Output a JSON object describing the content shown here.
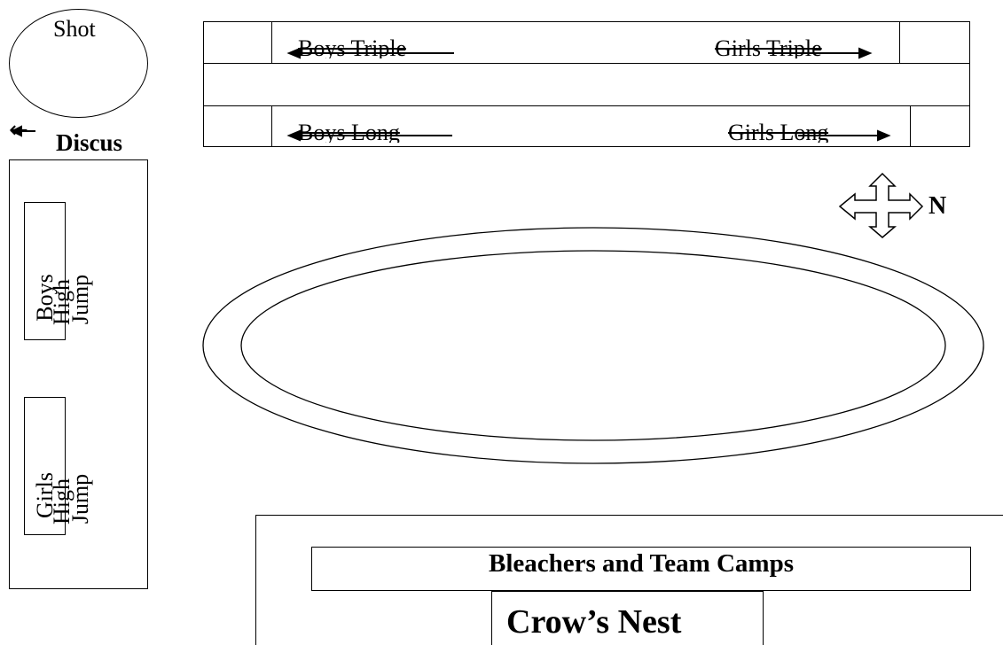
{
  "throws": {
    "shot_label": "Shot",
    "discus_arrow": "←",
    "discus_label": "Discus"
  },
  "jumps": {
    "boys_triple": "Boys Triple",
    "girls_triple": "Girls Triple",
    "boys_long": "Boys Long",
    "girls_long": "Girls Long"
  },
  "high_jump": {
    "boys_word": "Boys",
    "girls_word": "Girls",
    "high_word": "High",
    "jump_word": "Jump"
  },
  "compass": {
    "north_label": "N"
  },
  "stands": {
    "bleachers_label": "Bleachers and Team Camps",
    "crows_nest_label": "Crow’s Nest"
  }
}
